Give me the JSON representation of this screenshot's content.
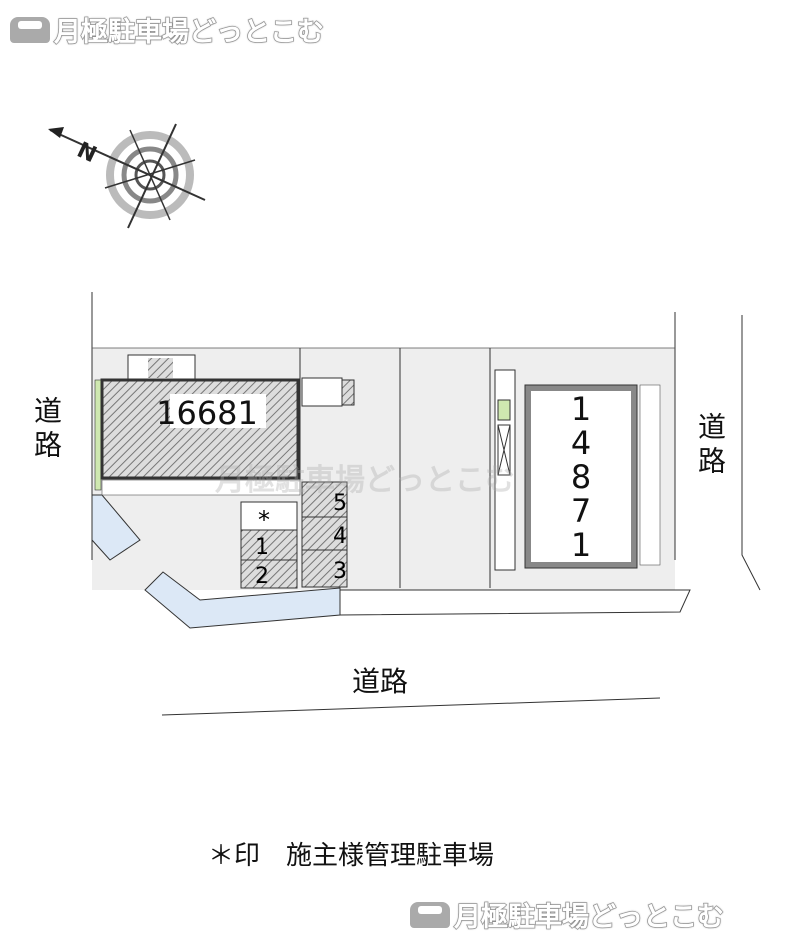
{
  "logo_text": "月極駐車場どっとこむ",
  "watermark": "月極駐車場どっとこむ",
  "compass": {
    "north_label": "N",
    "icon": "compass-icon"
  },
  "roads": {
    "left": "道路",
    "right": "道路",
    "bottom": "道路"
  },
  "buildings": {
    "left": "16681",
    "right": "14871"
  },
  "parking_spaces": [
    "*",
    "1",
    "2",
    "5",
    "4",
    "3"
  ],
  "note": "＊印　施主様管理駐車場",
  "colors": {
    "sidewalk": "#dce8f6",
    "ground": "#eeeeee",
    "hatch": "#777777",
    "greenery": "#cfe8b0"
  }
}
